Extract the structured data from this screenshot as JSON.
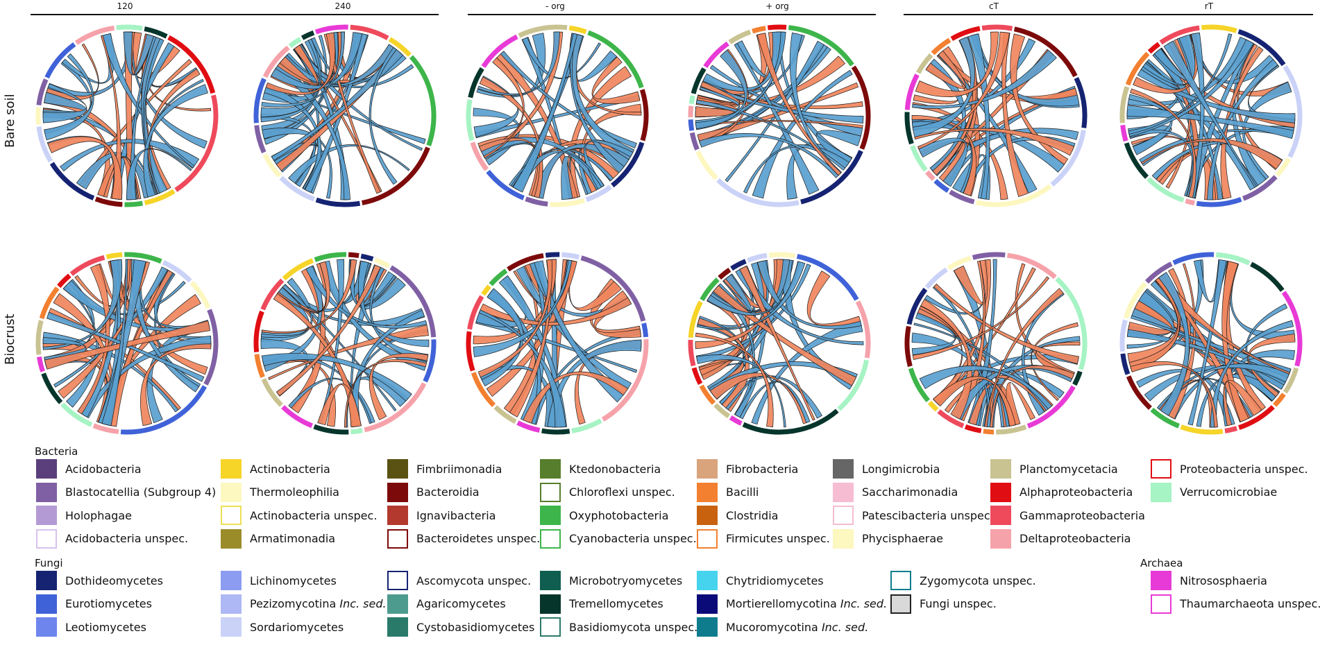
{
  "figure": {
    "column_headers": [
      "120",
      "240",
      "- org",
      "+ org",
      "cT",
      "rT"
    ],
    "row_labels": [
      "Bare soil",
      "Biocrust"
    ],
    "link_colors": {
      "positive": "#5aa0cf",
      "negative": "#f0855d"
    }
  },
  "legend": {
    "groups": [
      {
        "title": "Bacteria",
        "columns": [
          [
            {
              "label": "Acidobacteria",
              "color": "#5b3f7c",
              "style": "filled"
            },
            {
              "label": "Blastocatellia (Subgroup 4)",
              "color": "#8060a4",
              "style": "filled"
            },
            {
              "label": "Holophagae",
              "color": "#b49ad4",
              "style": "filled"
            },
            {
              "label": "Acidobacteria unspec.",
              "color": "#d8c2ec",
              "style": "outline"
            }
          ],
          [
            {
              "label": "Actinobacteria",
              "color": "#f6d428",
              "style": "filled"
            },
            {
              "label": "Thermoleophilia",
              "color": "#fdf7c0",
              "style": "filled"
            },
            {
              "label": "Actinobacteria unspec.",
              "color": "#ebe052",
              "style": "outline"
            },
            {
              "label": "Armatimonadia",
              "color": "#9b8c2a",
              "style": "filled"
            }
          ],
          [
            {
              "label": "Fimbriimonadia",
              "color": "#5a5212",
              "style": "filled"
            },
            {
              "label": "Bacteroidia",
              "color": "#7d0a0a",
              "style": "filled"
            },
            {
              "label": "Ignavibacteria",
              "color": "#b3382d",
              "style": "filled"
            },
            {
              "label": "Bacteroidetes unspec.",
              "color": "#7d0a0a",
              "style": "outline"
            }
          ],
          [
            {
              "label": "Ktedonobacteria",
              "color": "#567e2c",
              "style": "filled"
            },
            {
              "label": "Chloroflexi unspec.",
              "color": "#567e2c",
              "style": "outline"
            },
            {
              "label": "Oxyphotobacteria",
              "color": "#3db54a",
              "style": "filled"
            },
            {
              "label": "Cyanobacteria unspec.",
              "color": "#3db54a",
              "style": "outline"
            }
          ],
          [
            {
              "label": "Fibrobacteria",
              "color": "#d9a47c",
              "style": "filled"
            },
            {
              "label": "Bacilli",
              "color": "#f28030",
              "style": "filled"
            },
            {
              "label": "Clostridia",
              "color": "#c8620f",
              "style": "filled"
            },
            {
              "label": "Firmicutes unspec.",
              "color": "#f28030",
              "style": "outline"
            }
          ],
          [
            {
              "label": "Longimicrobia",
              "color": "#666666",
              "style": "filled"
            },
            {
              "label": "Saccharimonadia",
              "color": "#f5bcd2",
              "style": "filled"
            },
            {
              "label": "Patescibacteria unspec.",
              "color": "#f5bcd2",
              "style": "outline"
            },
            {
              "label": "Phycisphaerae",
              "color": "#fdf7c0",
              "style": "filled"
            }
          ],
          [
            {
              "label": "Planctomycetacia",
              "color": "#c9c392",
              "style": "filled"
            },
            {
              "label": "Alphaproteobacteria",
              "color": "#e00d12",
              "style": "filled"
            },
            {
              "label": "Gammaproteobacteria",
              "color": "#ee4a5c",
              "style": "filled"
            },
            {
              "label": "Deltaproteobacteria",
              "color": "#f6a2aa",
              "style": "filled"
            }
          ],
          [
            {
              "label": "Proteobacteria unspec.",
              "color": "#e00d12",
              "style": "outline"
            },
            {
              "label": "Verrucomicrobiae",
              "color": "#a6f3c4",
              "style": "filled"
            }
          ]
        ]
      },
      {
        "title": "Fungi",
        "columns": [
          [
            {
              "label": "Dothideomycetes",
              "color": "#152372",
              "style": "filled"
            },
            {
              "label": "Eurotiomycetes",
              "color": "#4062d8",
              "style": "filled"
            },
            {
              "label": "Leotiomycetes",
              "color": "#6e85ee",
              "style": "filled"
            }
          ],
          [
            {
              "label": "Lichinomycetes",
              "color": "#8c9cf0",
              "style": "filled"
            },
            {
              "label": "Pezizomycotina Inc. sed.",
              "color": "#aeb8f4",
              "style": "filled"
            },
            {
              "label": "Sordariomycetes",
              "color": "#cbd2f8",
              "style": "filled"
            }
          ],
          [
            {
              "label": "Ascomycota unspec.",
              "color": "#152372",
              "style": "outline"
            },
            {
              "label": "Agaricomycetes",
              "color": "#4d9a8e",
              "style": "filled"
            },
            {
              "label": "Cystobasidiomycetes",
              "color": "#2a7a6a",
              "style": "filled"
            }
          ],
          [
            {
              "label": "Microbotryomycetes",
              "color": "#0f5e50",
              "style": "filled"
            },
            {
              "label": "Tremellomycetes",
              "color": "#06352c",
              "style": "filled"
            },
            {
              "label": "Basidiomycota unspec.",
              "color": "#2a7a6a",
              "style": "outline"
            }
          ],
          [
            {
              "label": "Chytridiomycetes",
              "color": "#46d3ee",
              "style": "filled"
            },
            {
              "label": "Mortierellomycotina Inc. sed.",
              "color": "#0a0a78",
              "style": "filled"
            },
            {
              "label": "Mucoromycotina Inc. sed.",
              "color": "#0f7c8e",
              "style": "filled"
            }
          ],
          [
            {
              "label": "Zygomycota unspec.",
              "color": "#0f7c8e",
              "style": "outline"
            },
            {
              "label": "Fungi unspec.",
              "color": "#d9d9d9",
              "style": "filledgray"
            }
          ]
        ]
      },
      {
        "title": "Archaea",
        "columns": [
          [
            {
              "label": "Nitrososphaeria",
              "color": "#e83ad6",
              "style": "filled"
            },
            {
              "label": "Thaumarchaeota unspec.",
              "color": "#e83ad6",
              "style": "outline"
            }
          ]
        ]
      }
    ]
  }
}
